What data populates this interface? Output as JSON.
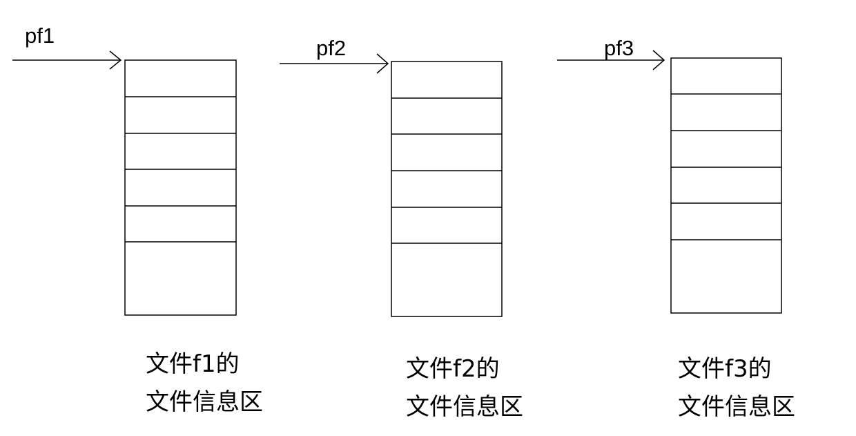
{
  "blocks": [
    {
      "pointer": "pf1",
      "caption_line1": "文件f1的",
      "caption_line2": "文件信息区",
      "row_count": 6
    },
    {
      "pointer": "pf2",
      "caption_line1": "文件f2的",
      "caption_line2": "文件信息区",
      "row_count": 6
    },
    {
      "pointer": "pf3",
      "caption_line1": "文件f3的",
      "caption_line2": "文件信息区",
      "row_count": 6
    }
  ]
}
